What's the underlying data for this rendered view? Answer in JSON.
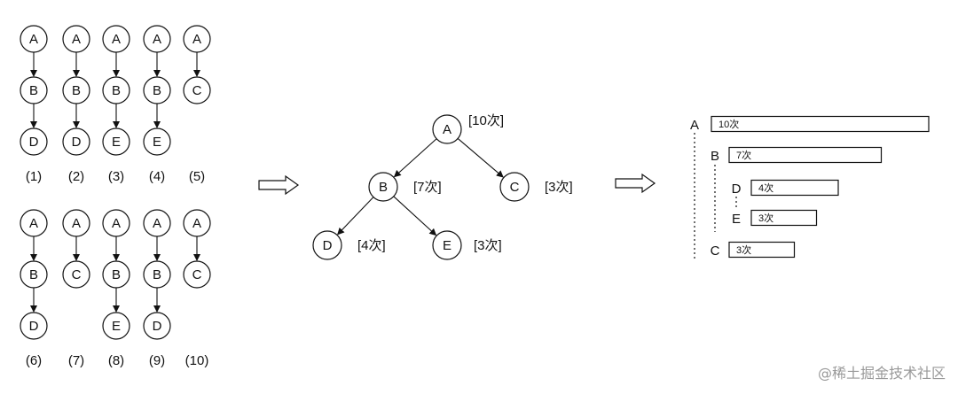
{
  "stacks": [
    {
      "caption": "(1)",
      "nodes": [
        "A",
        "B",
        "D"
      ]
    },
    {
      "caption": "(2)",
      "nodes": [
        "A",
        "B",
        "D"
      ]
    },
    {
      "caption": "(3)",
      "nodes": [
        "A",
        "B",
        "E"
      ]
    },
    {
      "caption": "(4)",
      "nodes": [
        "A",
        "B",
        "E"
      ]
    },
    {
      "caption": "(5)",
      "nodes": [
        "A",
        "C"
      ]
    },
    {
      "caption": "(6)",
      "nodes": [
        "A",
        "B",
        "D"
      ]
    },
    {
      "caption": "(7)",
      "nodes": [
        "A",
        "C"
      ]
    },
    {
      "caption": "(8)",
      "nodes": [
        "A",
        "B",
        "E"
      ]
    },
    {
      "caption": "(9)",
      "nodes": [
        "A",
        "B",
        "D"
      ]
    },
    {
      "caption": "(10)",
      "nodes": [
        "A",
        "C"
      ]
    }
  ],
  "tree": {
    "nodes": [
      {
        "id": "A",
        "label": "A",
        "count": "[10次]"
      },
      {
        "id": "B",
        "label": "B",
        "count": "[7次]"
      },
      {
        "id": "C",
        "label": "C",
        "count": "[3次]"
      },
      {
        "id": "D",
        "label": "D",
        "count": "[4次]"
      },
      {
        "id": "E",
        "label": "E",
        "count": "[3次]"
      }
    ],
    "edges": [
      [
        "A",
        "B"
      ],
      [
        "A",
        "C"
      ],
      [
        "B",
        "D"
      ],
      [
        "B",
        "E"
      ]
    ]
  },
  "flame": [
    {
      "label": "A",
      "bar_text": "10次",
      "value": 10,
      "depth": 0
    },
    {
      "label": "B",
      "bar_text": "7次",
      "value": 7,
      "depth": 1
    },
    {
      "label": "D",
      "bar_text": "4次",
      "value": 4,
      "depth": 2
    },
    {
      "label": "E",
      "bar_text": "3次",
      "value": 3,
      "depth": 2
    },
    {
      "label": "C",
      "bar_text": "3次",
      "value": 3,
      "depth": 1
    }
  ],
  "arrows": [
    "arrow-right-icon",
    "arrow-right-icon"
  ],
  "watermark": "@稀土掘金技术社区"
}
